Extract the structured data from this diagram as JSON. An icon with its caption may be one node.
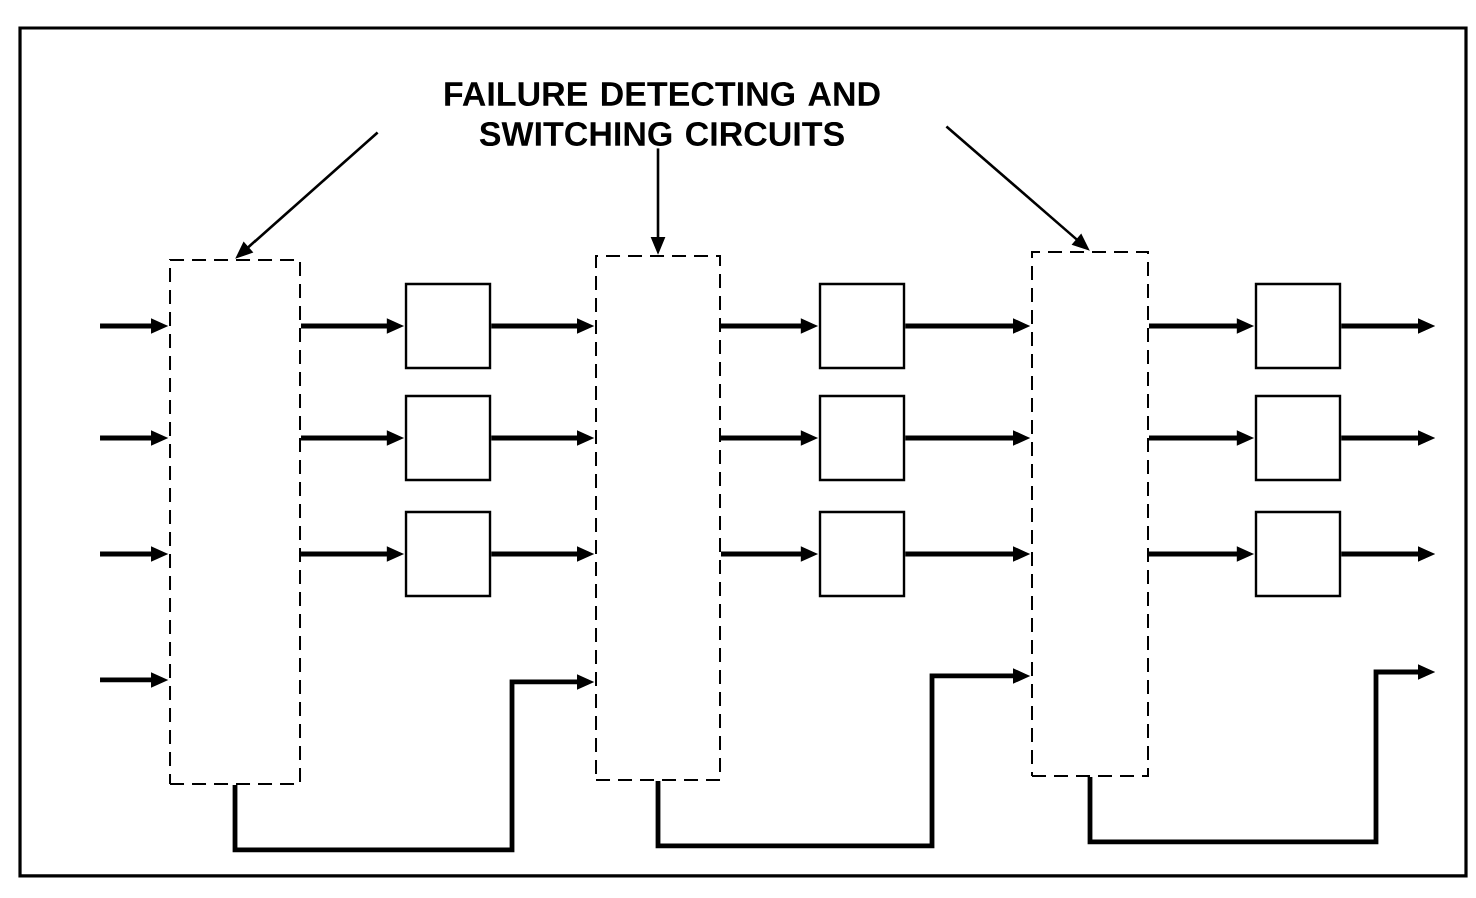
{
  "diagram": {
    "nodes": [
      {
        "text": [
          "FAILURE DETECTING AND SWITCHING CIRCUITS"
        ]
      },
      {
        "text": [],
        "shape": "box"
      },
      {
        "text": [],
        "shape": "box"
      },
      {
        "text": [],
        "shape": "box"
      },
      {
        "text": [],
        "shape": "box"
      },
      {
        "text": [],
        "shape": "box"
      },
      {
        "text": [],
        "shape": "box"
      },
      {
        "text": [],
        "shape": "box"
      },
      {
        "text": [],
        "shape": "box"
      },
      {
        "text": [],
        "shape": "box"
      },
      {
        "text": [],
        "shape": "box"
      },
      {
        "text": [],
        "shape": "box"
      },
      {
        "text": [],
        "shape": "box"
      }
    ],
    "edges": [
      {
        "from": 0,
        "to": 1,
        "arrow": "to"
      },
      {
        "from": 0,
        "to": 5,
        "arrow": "to"
      },
      {
        "from": 0,
        "to": 9,
        "arrow": "to"
      },
      {
        "from": null,
        "to": 1,
        "arrow": "to"
      },
      {
        "from": null,
        "to": 1,
        "arrow": "to"
      },
      {
        "from": null,
        "to": 1,
        "arrow": "to"
      },
      {
        "from": null,
        "to": 1,
        "arrow": "to"
      },
      {
        "from": 1,
        "to": 2,
        "arrow": "to"
      },
      {
        "from": 1,
        "to": 3,
        "arrow": "to"
      },
      {
        "from": 1,
        "to": 4,
        "arrow": "to"
      },
      {
        "from": 2,
        "to": 5,
        "arrow": "to"
      },
      {
        "from": 3,
        "to": 5,
        "arrow": "to"
      },
      {
        "from": 4,
        "to": 5,
        "arrow": "to"
      },
      {
        "from": 1,
        "to": 5,
        "arrow": "to"
      },
      {
        "from": 5,
        "to": 6,
        "arrow": "to"
      },
      {
        "from": 5,
        "to": 7,
        "arrow": "to"
      },
      {
        "from": 5,
        "to": 8,
        "arrow": "to"
      },
      {
        "from": 6,
        "to": 9,
        "arrow": "to"
      },
      {
        "from": 7,
        "to": 9,
        "arrow": "to"
      },
      {
        "from": 8,
        "to": 9,
        "arrow": "to"
      },
      {
        "from": 5,
        "to": 9,
        "arrow": "to"
      },
      {
        "from": 9,
        "to": 10,
        "arrow": "to"
      },
      {
        "from": 9,
        "to": 11,
        "arrow": "to"
      },
      {
        "from": 9,
        "to": 12,
        "arrow": "to"
      },
      {
        "from": 10,
        "to": null,
        "arrow": "to"
      },
      {
        "from": 11,
        "to": null,
        "arrow": "to"
      },
      {
        "from": 12,
        "to": null,
        "arrow": "to"
      },
      {
        "from": 9,
        "to": null,
        "arrow": "to"
      }
    ]
  }
}
